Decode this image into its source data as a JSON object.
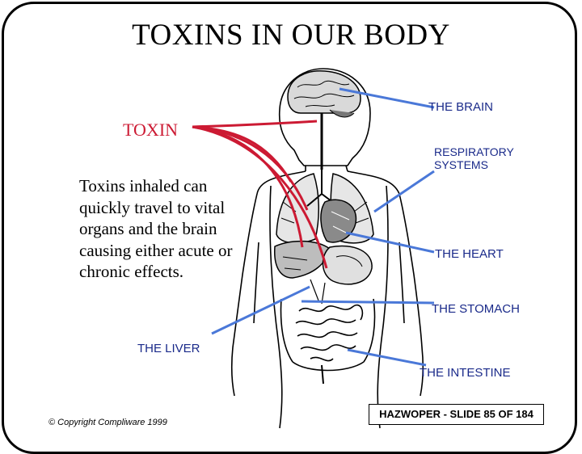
{
  "title": "TOXINS IN OUR BODY",
  "toxin_label": "TOXIN",
  "body_text": "Toxins inhaled can quickly travel to vital organs and the brain causing either acute or chronic effects.",
  "organ_labels": {
    "brain": "THE BRAIN",
    "respiratory": "RESPIRATORY SYSTEMS",
    "heart": "THE HEART",
    "stomach": "THE STOMACH",
    "liver": "THE LIVER",
    "intestine": "THE INTESTINE"
  },
  "slide_number": "HAZWOPER - SLIDE 85 OF 184",
  "copyright": "© Copyright Compliware 1999",
  "colors": {
    "toxin_red": "#cc1a33",
    "pointer_blue": "#4a78d8",
    "label_blue": "#1a2a8a"
  }
}
